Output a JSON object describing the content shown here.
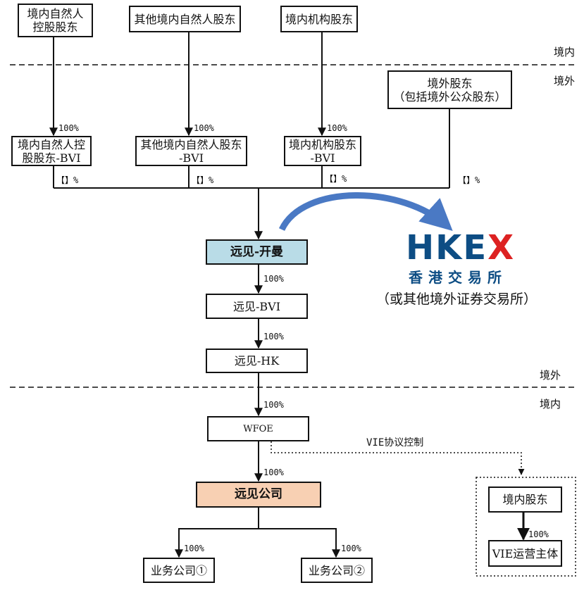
{
  "zones": {
    "top_domestic": "境内",
    "top_overseas": "境外",
    "mid_overseas": "境外",
    "mid_domestic": "境内"
  },
  "shareholders": {
    "controlling": "境内自然人\n控股股东",
    "other_natural": "其他境内自然人股东",
    "institutional": "境内机构股东",
    "overseas": "境外股东\n（包括境外公众股东）"
  },
  "bvis": {
    "controlling": "境内自然人控\n股股东-BVI",
    "other_natural": "其他境内自然人股东\n-BVI",
    "institutional": "境内机构股东\n-BVI"
  },
  "percents": {
    "p100": "100%",
    "placeholder": "【】%"
  },
  "entities": {
    "kaiman": "远见-开曼",
    "bvi": "远见-BVI",
    "hk": "远见-HK",
    "wfoe": "WFOE",
    "company": "远见公司",
    "biz1": "业务公司①",
    "biz2": "业务公司②",
    "vie_holder": "境内股东",
    "vie_entity": "VIE运营主体"
  },
  "vie_label": "VIE协议控制",
  "exchange": {
    "logo_text_main": "HKE",
    "logo_text_x": "X",
    "logo_cn": "香港交易所",
    "note": "（或其他境外证券交易所）"
  },
  "colors": {
    "kaiman_fill": "#b9dce7",
    "company_fill": "#f8d0b3",
    "hkex_blue": "#0d4d84",
    "arrow_blue": "#4a79c4"
  }
}
